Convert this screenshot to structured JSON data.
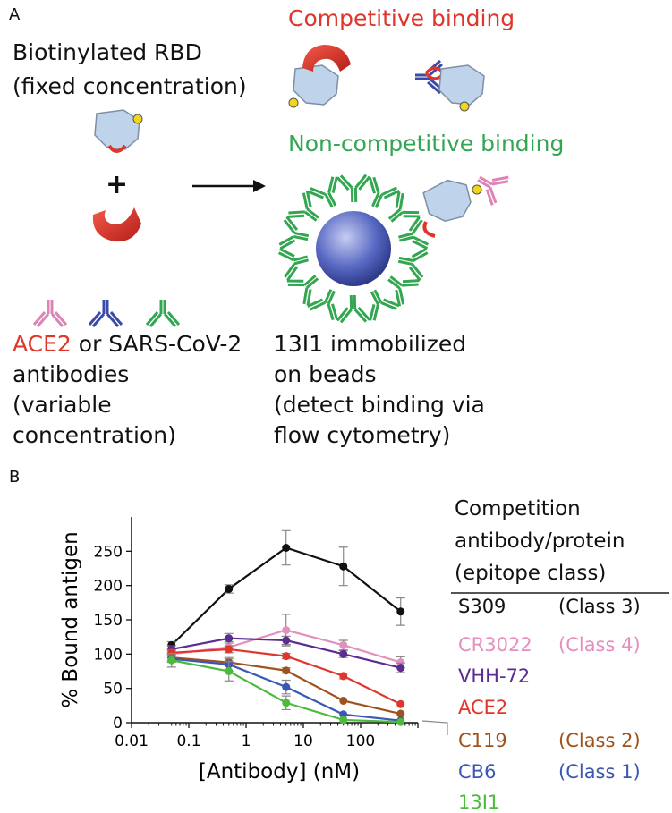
{
  "panel_a": {
    "label": "A",
    "biotin_line1": "Biotinylated RBD",
    "biotin_line2": "(fixed concentration)",
    "plus": "+",
    "competitive": "Competitive binding",
    "noncompetitive": "Non-competitive binding",
    "ace2_word": "ACE2",
    "ace2_rest": " or SARS-CoV-2",
    "antibodies_lines": [
      "antibodies",
      "(variable",
      "concentration)"
    ],
    "immob_lines": [
      "13I1 immobilized",
      "on beads",
      "(detect binding via",
      "flow cytometry)"
    ],
    "colors": {
      "red": "#e0352b",
      "green": "#33a651",
      "pink": "#dd84b6",
      "blue": "#3a4aa8",
      "rbd": "#bfd3ea",
      "biotin": "#f2d61c"
    }
  },
  "panel_b": {
    "label": "B",
    "legend_title": [
      "Competition",
      "antibody/protein",
      "(epitope class)"
    ],
    "legend_rows": [
      {
        "name": "S309",
        "cls": "(Class 3)",
        "color": "#111111"
      },
      {
        "name": "CR3022",
        "cls": "(Class 4)",
        "color": "#e48fbe"
      },
      {
        "name": "VHH-72",
        "cls": "",
        "color": "#5b2c91"
      },
      {
        "name": "ACE2",
        "cls": "",
        "color": "#e0352b"
      },
      {
        "name": "C119",
        "cls": "(Class 2)",
        "color": "#a0521c"
      },
      {
        "name": "CB6",
        "cls": "(Class 1)",
        "color": "#3a57b5"
      },
      {
        "name": "13I1",
        "cls": "",
        "color": "#4cbb3c"
      }
    ]
  },
  "chart_data": {
    "type": "line",
    "xscale": "log",
    "xlabel": "[Antibody] (nM)",
    "ylabel": "% Bound antigen",
    "xlim": [
      0.01,
      1000
    ],
    "ylim": [
      0,
      300
    ],
    "xticks": [
      "0.01",
      "0.1",
      "1",
      "10",
      "100"
    ],
    "yticks": [
      "0",
      "50",
      "100",
      "150",
      "200",
      "250"
    ],
    "x": [
      0.05,
      0.5,
      5,
      50,
      500
    ],
    "series": [
      {
        "name": "S309",
        "color": "#111111",
        "values": [
          113,
          195,
          255,
          228,
          162
        ],
        "err": [
          5,
          6,
          25,
          28,
          20
        ]
      },
      {
        "name": "CR3022",
        "color": "#e48fbe",
        "values": [
          100,
          110,
          135,
          113,
          88
        ],
        "err": [
          5,
          8,
          23,
          7,
          8
        ]
      },
      {
        "name": "VHH-72",
        "color": "#5b2c91",
        "values": [
          107,
          123,
          120,
          100,
          80
        ],
        "err": [
          5,
          7,
          6,
          5,
          7
        ]
      },
      {
        "name": "ACE2",
        "color": "#e0352b",
        "values": [
          102,
          107,
          97,
          68,
          27
        ],
        "err": [
          4,
          5,
          4,
          4,
          3
        ]
      },
      {
        "name": "C119",
        "color": "#a0521c",
        "values": [
          95,
          88,
          76,
          32,
          13
        ],
        "err": [
          5,
          5,
          4,
          3,
          3
        ]
      },
      {
        "name": "CB6",
        "color": "#3a57b5",
        "values": [
          93,
          85,
          52,
          12,
          3
        ],
        "err": [
          5,
          10,
          10,
          3,
          2
        ]
      },
      {
        "name": "13I1",
        "color": "#4cbb3c",
        "values": [
          91,
          75,
          29,
          4,
          1
        ],
        "err": [
          10,
          14,
          10,
          2,
          1
        ]
      }
    ]
  }
}
